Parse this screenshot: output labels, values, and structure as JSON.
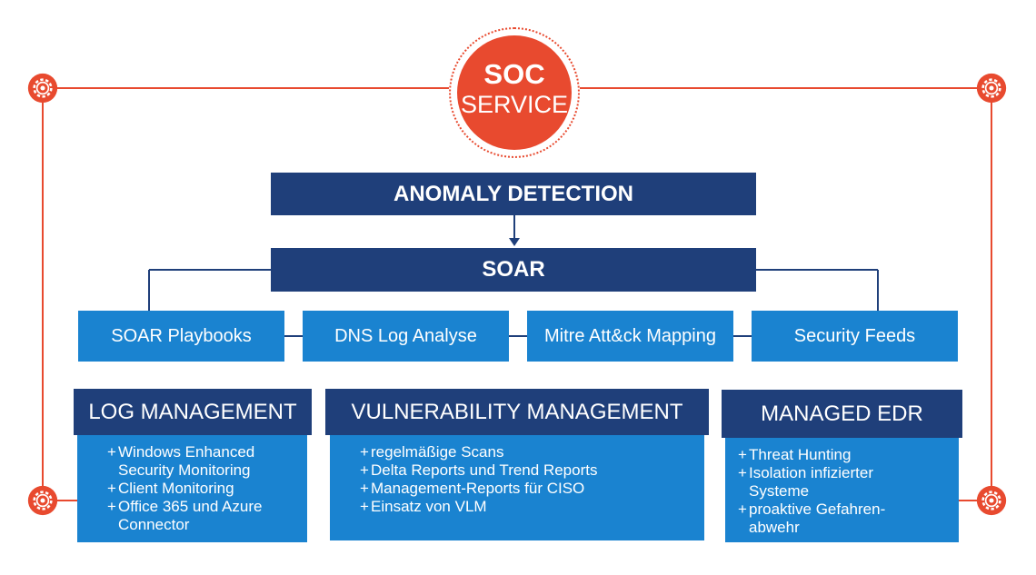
{
  "soc": {
    "line1": "SOC",
    "line2": "SERVICE"
  },
  "anomaly": "ANOMALY DETECTION",
  "soar": "SOAR",
  "soar_items": [
    "SOAR Playbooks",
    "DNS Log Analyse",
    "Mitre Att&ck Mapping",
    "Security Feeds"
  ],
  "log_management": {
    "title": "LOG MANAGEMENT",
    "items": [
      "Windows Enhanced Security Monitoring",
      "Client Monitoring",
      "Office 365 und Azure Connector"
    ]
  },
  "vulnerability_management": {
    "title": "VULNERABILITY MANAGEMENT",
    "items": [
      "regelmäßige Scans",
      "Delta Reports und Trend Reports",
      "Management-Reports für CISO",
      "Einsatz von VLM"
    ]
  },
  "managed_edr": {
    "title": "MANAGED EDR",
    "items": [
      "Threat Hunting",
      "Isolation infizierter Systeme",
      "proaktive Gefahren-abwehr"
    ]
  },
  "colors": {
    "accent_red": "#e84a2f",
    "navy": "#1f3f7a",
    "blue": "#1a83d0"
  },
  "icons": [
    "gear-icon"
  ]
}
